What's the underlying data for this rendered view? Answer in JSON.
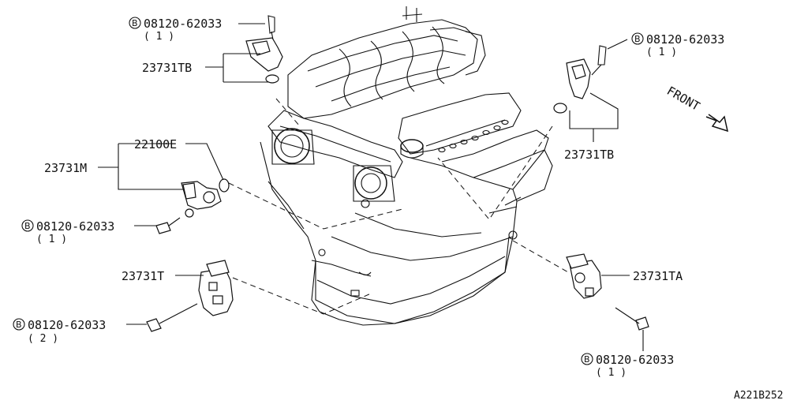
{
  "parts": {
    "p_23731TB_left": "23731TB",
    "p_23731TB_right": "23731TB",
    "p_22100E": "22100E",
    "p_23731M": "23731M",
    "p_23731T": "23731T",
    "p_23731TA": "23731TA"
  },
  "bolts": [
    {
      "symbol": "B",
      "number": "08120-62033",
      "qty": "( 1 )"
    },
    {
      "symbol": "B",
      "number": "08120-62033",
      "qty": "( 1 )"
    },
    {
      "symbol": "B",
      "number": "08120-62033",
      "qty": "( 1 )"
    },
    {
      "symbol": "B",
      "number": "08120-62033",
      "qty": "( 2 )"
    },
    {
      "symbol": "B",
      "number": "08120-62033",
      "qty": "( 1 )"
    }
  ],
  "front_label": "FRONT",
  "diagram_ref": "A221B252"
}
